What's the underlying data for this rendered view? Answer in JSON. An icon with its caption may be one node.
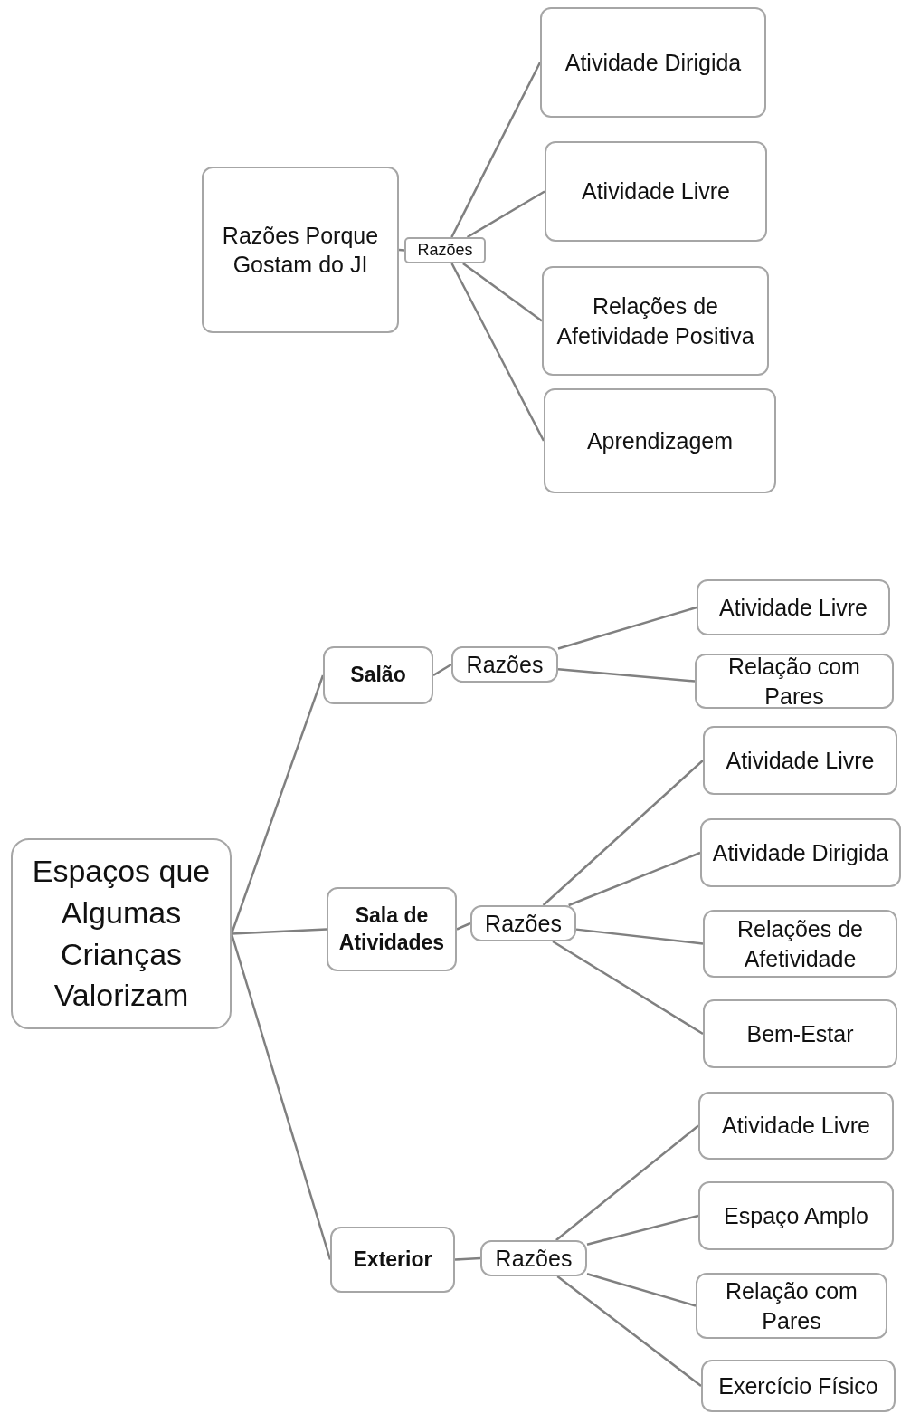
{
  "diagram": {
    "nodes": [
      {
        "text": [
          "Razões Porque Gostam do JI"
        ]
      },
      {
        "text": [
          "Razões"
        ]
      },
      {
        "text": [
          "Atividade Dirigida"
        ]
      },
      {
        "text": [
          "Atividade Livre"
        ]
      },
      {
        "text": [
          "Relações de Afetividade Positiva"
        ]
      },
      {
        "text": [
          "Aprendizagem"
        ]
      },
      {
        "text": [
          "Espaços que Algumas Crianças Valorizam"
        ]
      },
      {
        "text": [
          "Salão"
        ]
      },
      {
        "text": [
          "Razões"
        ]
      },
      {
        "text": [
          "Atividade Livre"
        ]
      },
      {
        "text": [
          "Relação com Pares"
        ]
      },
      {
        "text": [
          "Sala de Atividades"
        ]
      },
      {
        "text": [
          "Razões"
        ]
      },
      {
        "text": [
          "Atividade Livre"
        ]
      },
      {
        "text": [
          "Atividade Dirigida"
        ]
      },
      {
        "text": [
          "Relações de Afetividade"
        ]
      },
      {
        "text": [
          "Bem-Estar"
        ]
      },
      {
        "text": [
          "Exterior"
        ]
      },
      {
        "text": [
          "Razões"
        ]
      },
      {
        "text": [
          "Atividade Livre"
        ]
      },
      {
        "text": [
          "Espaço Amplo"
        ]
      },
      {
        "text": [
          "Relação com Pares"
        ]
      },
      {
        "text": [
          "Exercício Físico"
        ]
      }
    ],
    "edges": [
      {
        "from": 0,
        "to": 1,
        "arrow": "none"
      },
      {
        "from": 1,
        "to": 2,
        "arrow": "none"
      },
      {
        "from": 1,
        "to": 3,
        "arrow": "none"
      },
      {
        "from": 1,
        "to": 4,
        "arrow": "none"
      },
      {
        "from": 1,
        "to": 5,
        "arrow": "none"
      },
      {
        "from": 6,
        "to": 7,
        "arrow": "none"
      },
      {
        "from": 6,
        "to": 11,
        "arrow": "none"
      },
      {
        "from": 6,
        "to": 17,
        "arrow": "none"
      },
      {
        "from": 7,
        "to": 8,
        "arrow": "none"
      },
      {
        "from": 8,
        "to": 9,
        "arrow": "none"
      },
      {
        "from": 8,
        "to": 10,
        "arrow": "none"
      },
      {
        "from": 11,
        "to": 12,
        "arrow": "none"
      },
      {
        "from": 12,
        "to": 13,
        "arrow": "none"
      },
      {
        "from": 12,
        "to": 14,
        "arrow": "none"
      },
      {
        "from": 12,
        "to": 15,
        "arrow": "none"
      },
      {
        "from": 12,
        "to": 16,
        "arrow": "none"
      },
      {
        "from": 17,
        "to": 18,
        "arrow": "none"
      },
      {
        "from": 18,
        "to": 19,
        "arrow": "none"
      },
      {
        "from": 18,
        "to": 20,
        "arrow": "none"
      },
      {
        "from": 18,
        "to": 21,
        "arrow": "none"
      },
      {
        "from": 18,
        "to": 22,
        "arrow": "none"
      }
    ]
  }
}
